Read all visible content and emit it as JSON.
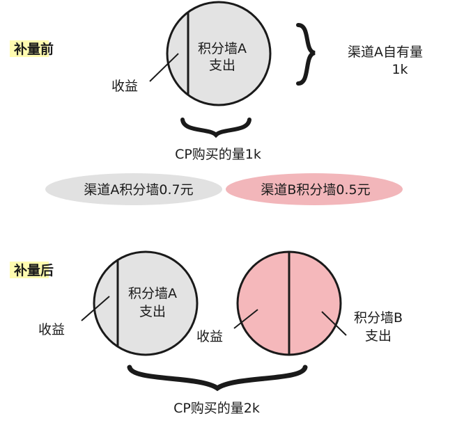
{
  "before": {
    "section_label": "补量前",
    "circle_line1": "积分墙A",
    "circle_line2": "支出",
    "income_label": "收益",
    "own_volume_line1": "渠道A自有量",
    "own_volume_line2": "1k",
    "cp_volume": "CP购买的量1k"
  },
  "prices": {
    "channel_a": "渠道A积分墙0.7元",
    "channel_b": "渠道B积分墙0.5元"
  },
  "after": {
    "section_label": "补量后",
    "circle_a_line1": "积分墙A",
    "circle_a_line2": "支出",
    "income_a_label": "收益",
    "income_b_label": "收益",
    "circle_b_line1": "积分墙B",
    "circle_b_line2": "支出",
    "cp_volume": "CP购买的量2k"
  },
  "colors": {
    "highlight": "#fffbb0",
    "circle_a_fill": "#e3e3e3",
    "circle_b_fill": "#f5b8bb",
    "pill_a_fill": "#e1e1e1",
    "pill_b_fill": "#f2b6ba",
    "stroke": "#1a1a1a"
  }
}
